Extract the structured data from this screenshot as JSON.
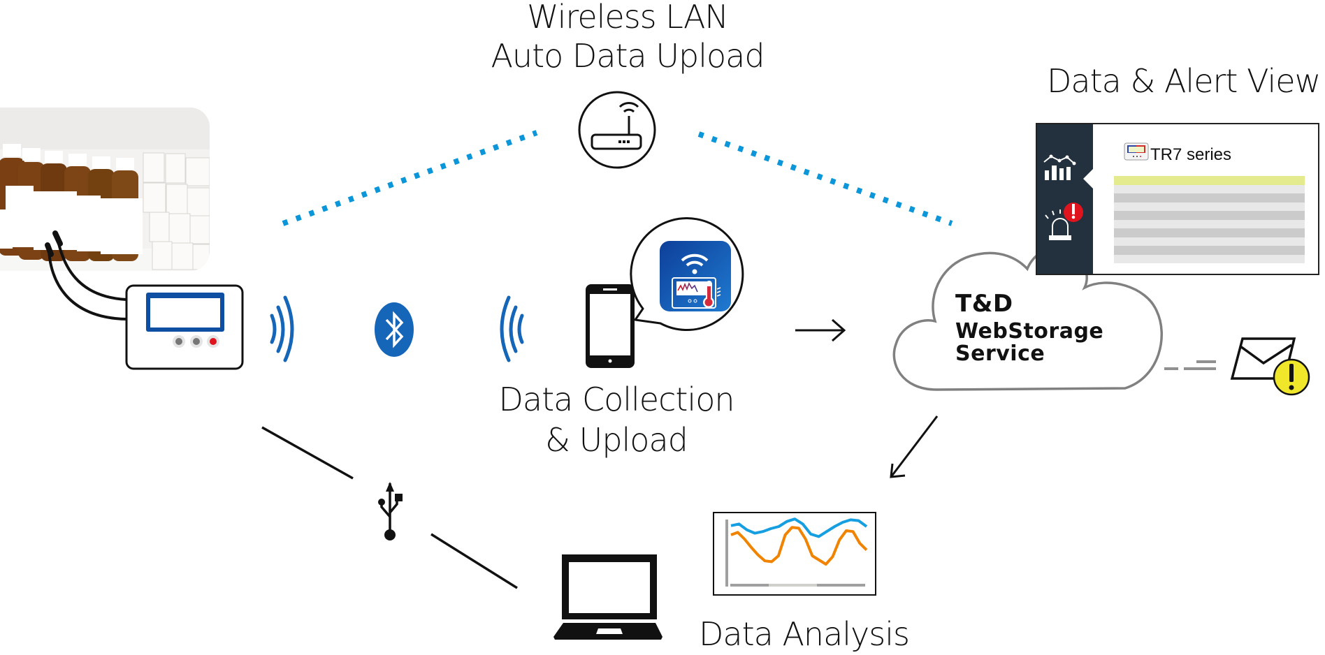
{
  "labels": {
    "wireless_line1": "Wireless LAN",
    "wireless_line2": "Auto Data Upload",
    "data_alert_view": "Data & Alert View",
    "collection_line1": "Data Collection",
    "collection_line2": "& Upload",
    "data_analysis": "Data Analysis"
  },
  "cloud": {
    "line1": "T&D",
    "line2": "WebStorage",
    "line3": "Service"
  },
  "panel": {
    "device_title": "TR7 series",
    "row_colors": [
      "#e4ea8e",
      "#e8e8e8",
      "#cbcbcb",
      "#e8e8e8",
      "#cbcbcb",
      "#e8e8e8",
      "#cbcbcb",
      "#e8e8e8",
      "#cbcbcb",
      "#e8e8e8"
    ],
    "sidebar_icons": [
      "chart-icon",
      "alarm-light-icon"
    ]
  },
  "icons": {
    "router": "wifi-router-icon",
    "bluetooth": "bluetooth-icon",
    "usb": "usb-icon",
    "phone": "smartphone-icon",
    "app": "thermometer-app-icon",
    "laptop": "laptop-icon",
    "email": "envelope-icon",
    "warning": "warning-icon"
  },
  "colors": {
    "wifi_dots": "#0a96d8",
    "bluetooth_blue": "#1565b8",
    "logger_blue": "#0e4fa3",
    "panel_dark": "#23313e",
    "alert_red": "#e0141e",
    "warning_yellow": "#f0e62a",
    "line_blue": "#169fe0",
    "line_orange": "#f08400"
  },
  "mini_chart": {
    "series": [
      {
        "name": "blue",
        "values": [
          62,
          66,
          52,
          44,
          48,
          55,
          60,
          72,
          78,
          66,
          42,
          36,
          48,
          60,
          70,
          76,
          74,
          60
        ]
      },
      {
        "name": "orange",
        "values": [
          40,
          46,
          30,
          10,
          -8,
          -22,
          -24,
          -10,
          40,
          58,
          56,
          30,
          -10,
          -20,
          -30,
          -12,
          28,
          50,
          48,
          20,
          4
        ]
      }
    ]
  }
}
